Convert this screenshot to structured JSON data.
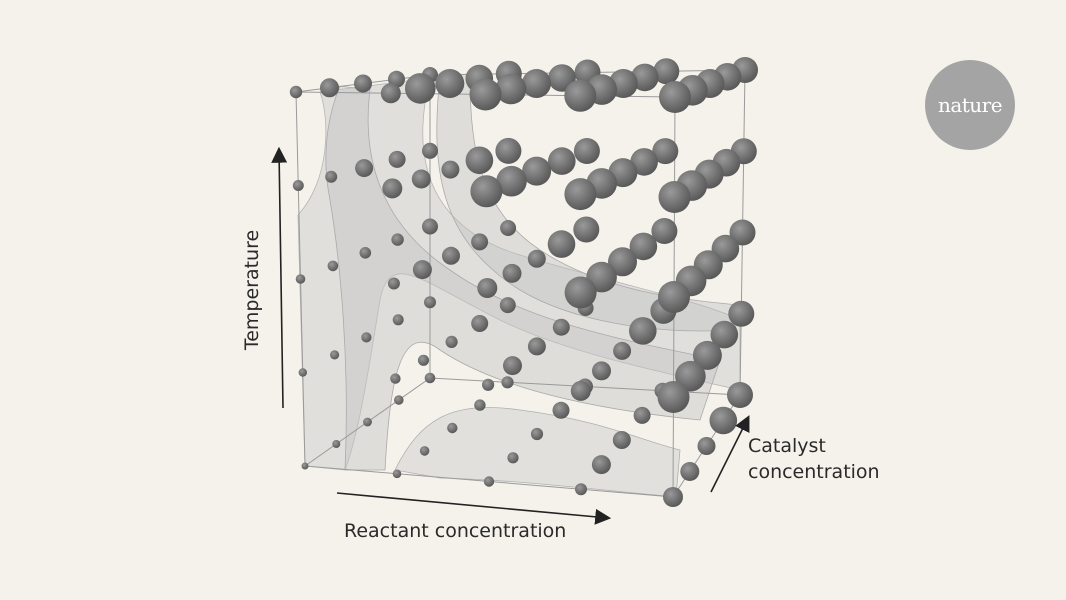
{
  "axes": {
    "y_label": "Temperature",
    "x_label": "Reactant concentration",
    "z_label_line1": "Catalyst",
    "z_label_line2": "concentration"
  },
  "logo": {
    "text": "nature"
  },
  "grid_levels": 5,
  "colors": {
    "background": "#f4f2eb",
    "sphere": "#6f6f6f",
    "surface": "#c9c9c9",
    "logo": "#a4a4a4"
  }
}
